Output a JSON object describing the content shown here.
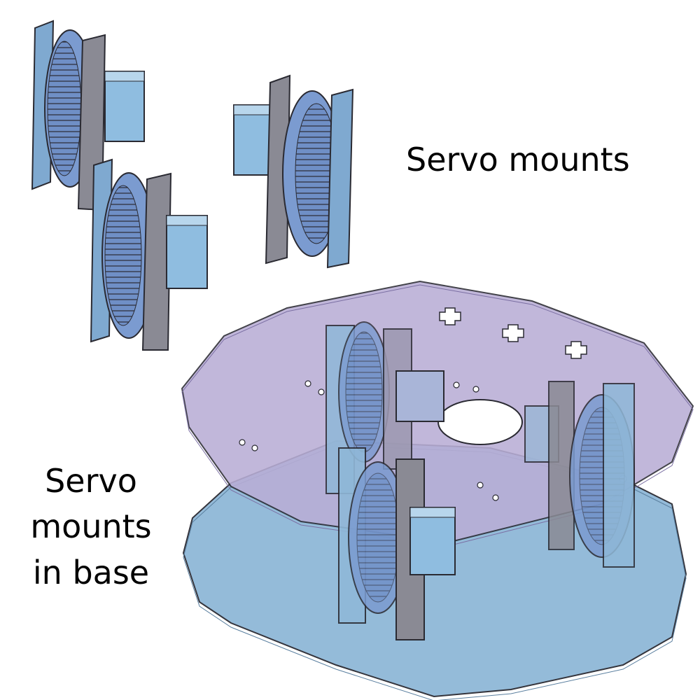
{
  "labels": {
    "servo_mounts": "Servo mounts",
    "servo_mounts_in_base": [
      "Servo",
      "mounts",
      "in base"
    ]
  },
  "colors": {
    "background": "#ffffff",
    "top_plate": "#b9aed6",
    "base_plate": "#8fb8d8",
    "mount_plate": "#7fa9d0",
    "mount_plate_dark": "#8a8a94",
    "wheel": "#7b9bd0",
    "servo_body": "#8fbde0",
    "outline": "#2a2a32"
  },
  "icons": [
    "servo-mount-assembly",
    "wheel",
    "servo-motor",
    "octagonal-plate"
  ]
}
